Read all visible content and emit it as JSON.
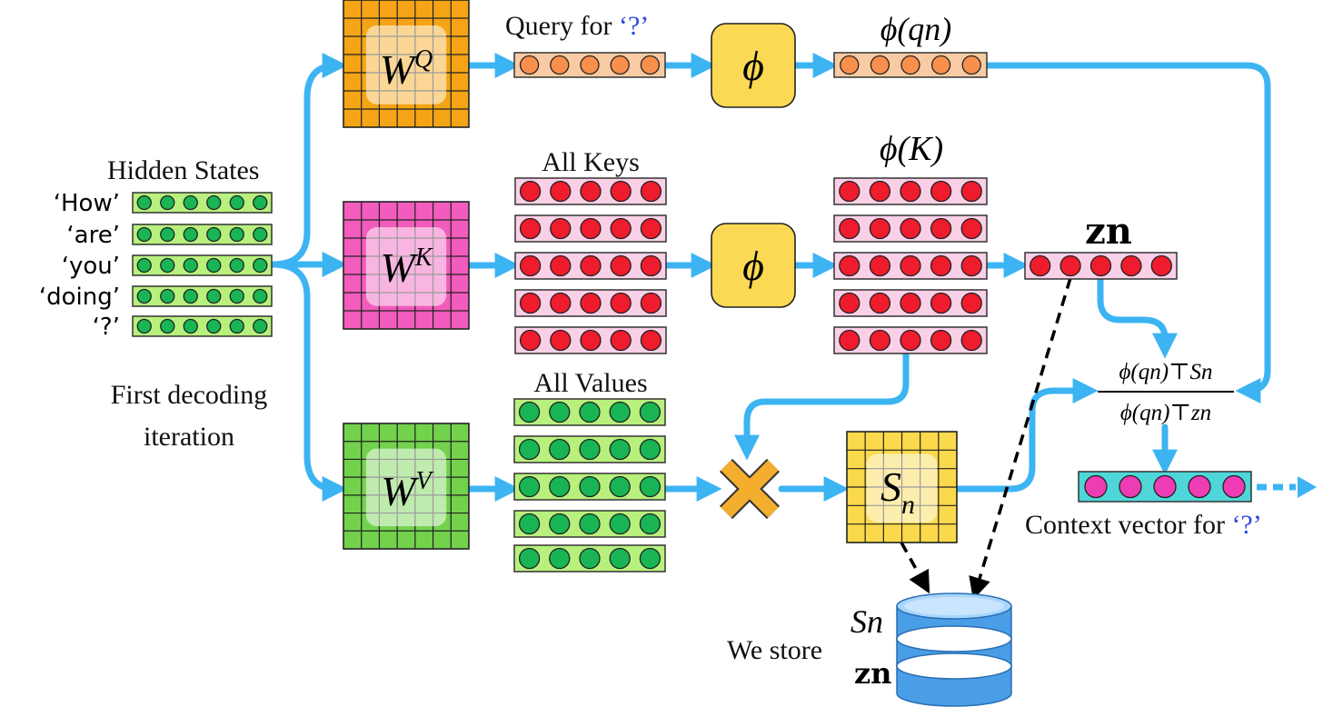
{
  "labels": {
    "hidden_states": "Hidden States",
    "first_decoding_line1": "First decoding",
    "first_decoding_line2": "iteration",
    "query_for": "Query for",
    "query_token": "‘?’",
    "all_keys": "All Keys",
    "all_values": "All Values",
    "phi_q": "ϕ(qn)",
    "phi_k": "ϕ(K)",
    "z_n": "zn",
    "context_for": "Context vector for",
    "context_token": "‘?’",
    "we_store": "We store",
    "store_s": "Sn",
    "store_z": "zn",
    "formula_num": "ϕ(qn)⊤Sn",
    "formula_den": "ϕ(qn)⊤zn"
  },
  "tokens": [
    "‘How’",
    "‘are’",
    "‘you’",
    "‘doing’",
    "‘?’"
  ],
  "matrices": {
    "wq": {
      "base": "W",
      "sup": "Q"
    },
    "wk": {
      "base": "W",
      "sup": "K"
    },
    "wv": {
      "base": "W",
      "sup": "V"
    },
    "sn": {
      "base": "S",
      "sub": "n"
    }
  },
  "phi_symbol": "ϕ",
  "colors": {
    "arrow": "#3db4f2",
    "token_accent": "#2f49e0",
    "wq": "#f5a416",
    "wk": "#f25cbc",
    "wv": "#72d24c",
    "sn": "#fbd94c",
    "phi_box": "#fbd954",
    "key_dot": "#ee1c2d",
    "key_bg": "#f9d0e6",
    "value_dot": "#19b555",
    "value_bg": "#b8f07d",
    "query_dot": "#f88f4d",
    "query_bg": "#f9cba4",
    "context_dot": "#ee3cb4",
    "context_bg": "#4fd6d8",
    "multiply": "#f3ae2e",
    "database": "#4a9ee6"
  }
}
